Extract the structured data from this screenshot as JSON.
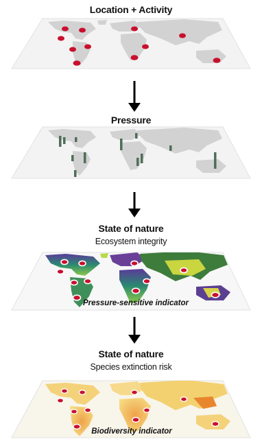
{
  "stages": [
    {
      "title": "Location + Activity",
      "subtitle": "",
      "caption": ""
    },
    {
      "title": "Pressure",
      "subtitle": "",
      "caption": ""
    },
    {
      "title": "State of nature",
      "subtitle": "Ecosystem integrity",
      "caption": "Pressure-sensitive indicator"
    },
    {
      "title": "State of nature",
      "subtitle": "Species extinction risk",
      "caption": "Biodiversity indicator"
    }
  ],
  "colors": {
    "land_light": "#d3d3d3",
    "plane_light": "#f3f3f3",
    "location_dot": "#c8102e",
    "pressure_bar": "#4e6e58",
    "integrity_low": "#6a2f86",
    "integrity_mid": "#2c8b6b",
    "integrity_high": "#d4e040",
    "risk_base": "#f5d77a",
    "risk_hot": "#e8742a",
    "marker_ring": "#ffffff"
  },
  "icons": [
    "down-arrow-icon",
    "location-dot-icon",
    "pressure-bar-icon"
  ]
}
